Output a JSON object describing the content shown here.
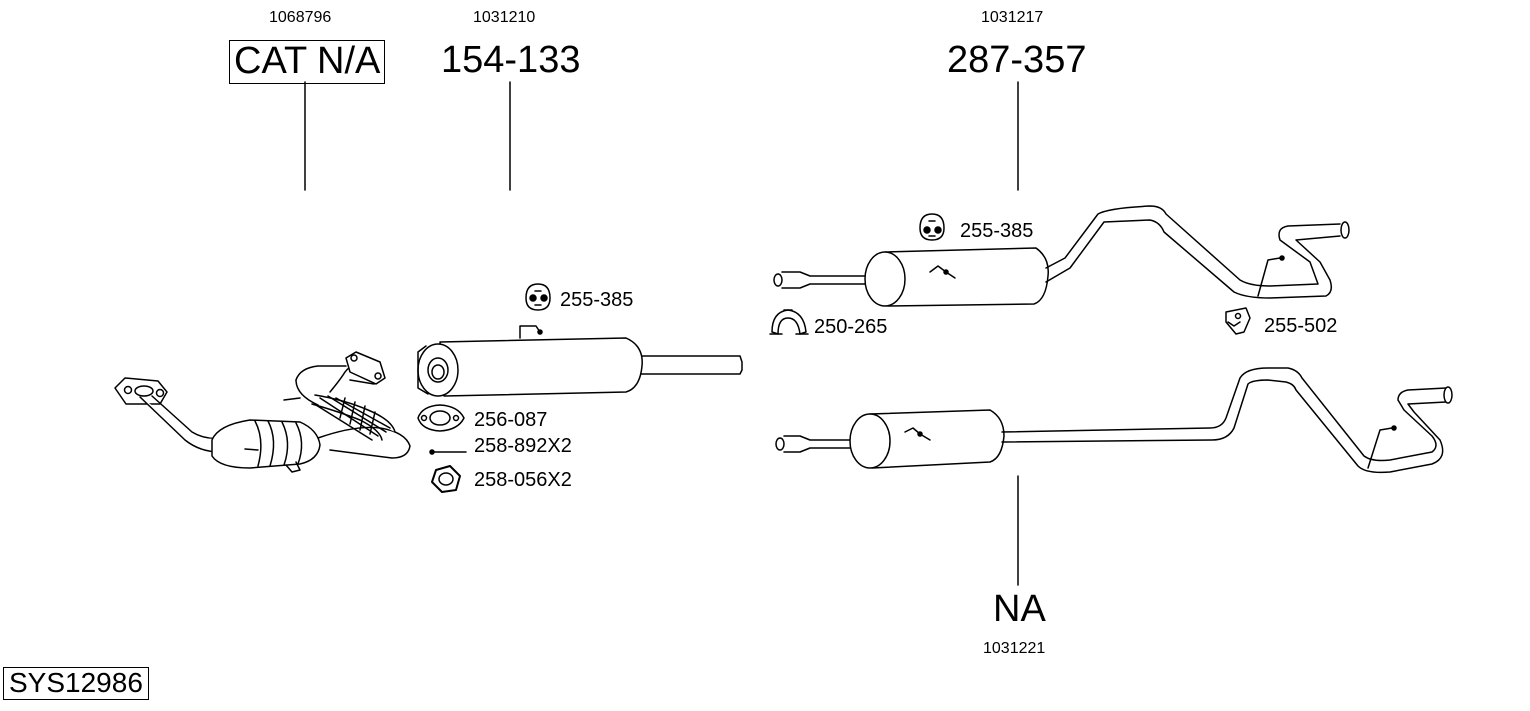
{
  "system_code": "SYS12986",
  "parts": [
    {
      "ref": "1068796",
      "number": "CAT N/A"
    },
    {
      "ref": "1031210",
      "number": "154-133"
    },
    {
      "ref": "1031217",
      "number": "287-357"
    },
    {
      "ref": "1031221",
      "number": "NA"
    }
  ],
  "fittings": [
    {
      "label": "255-385",
      "icon": "rubber-hanger-icon"
    },
    {
      "label": "256-087",
      "icon": "flange-gasket-icon"
    },
    {
      "label": "258-892X2",
      "icon": "bolt-icon"
    },
    {
      "label": "258-056X2",
      "icon": "hex-nut-icon"
    },
    {
      "label": "255-385",
      "icon": "rubber-hanger-icon"
    },
    {
      "label": "250-265",
      "icon": "pipe-clamp-icon"
    },
    {
      "label": "255-502",
      "icon": "mounting-bracket-icon"
    }
  ]
}
